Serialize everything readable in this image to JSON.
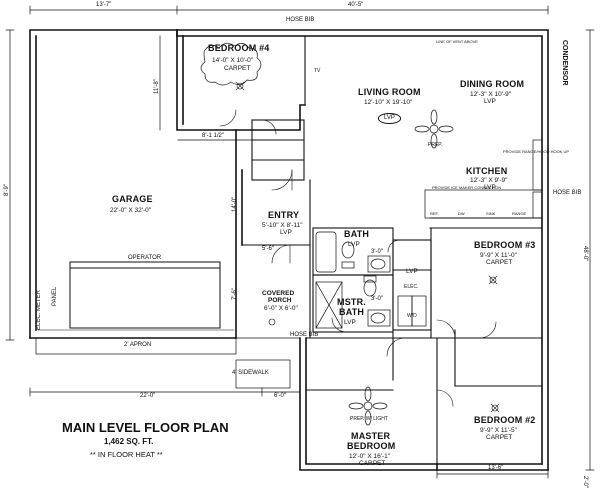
{
  "title": {
    "main": "MAIN LEVEL FLOOR PLAN",
    "area": "1,462 SQ. FT.",
    "note": "** IN FLOOR HEAT **"
  },
  "rooms": {
    "bedroom4": {
      "name": "BEDROOM #4",
      "dims": "14'-0\" X 10'-0\"",
      "finish": "CARPET"
    },
    "living": {
      "name": "LIVING ROOM",
      "dims": "12'-10\" X 19'-10\"",
      "finish": "LVP"
    },
    "dining": {
      "name": "DINING ROOM",
      "dims": "12'-3\" X 10'-9\"",
      "finish": "LVP"
    },
    "kitchen": {
      "name": "KITCHEN",
      "dims": "12'-3\" X 9'-9\"",
      "finish": "LVP"
    },
    "garage": {
      "name": "GARAGE",
      "dims": "22'-0\" X 32'-0\""
    },
    "entry": {
      "name": "ENTRY",
      "dims": "5'-10\" X 8'-11\"",
      "finish": "LVP"
    },
    "bath": {
      "name": "BATH",
      "finish": "LVP"
    },
    "covered_porch": {
      "name1": "COVERED",
      "name2": "PORCH",
      "dims": "6'-0\" X 6'-0\""
    },
    "mstr_bath": {
      "name1": "MSTR.",
      "name2": "BATH",
      "finish": "LVP"
    },
    "laundry": {
      "finish": "LVP"
    },
    "bedroom3": {
      "name": "BEDROOM #3",
      "dims": "9'-9\" X 11'-0\"",
      "finish": "CARPET"
    },
    "bedroom2": {
      "name": "BEDROOM #2",
      "dims": "9'-9\" X 11'-5\"",
      "finish": "CARPET"
    },
    "master": {
      "name1": "MASTER",
      "name2": "BEDROOM",
      "dims": "12'-0\" X 16'-1\"",
      "finish": "CARPET"
    }
  },
  "labels": {
    "hose_bib": "HOSE BIB",
    "hose_bib_2": "HOSE BIB",
    "hose_bib_3": "HOSE BIB",
    "condensor": "CONDENSOR",
    "operator": "OPERATOR",
    "apron": "2' APRON",
    "sidewalk": "4' SIDEWALK",
    "panel": "PANEL",
    "elec_meter": "ELEC. METER",
    "tv": "TV",
    "prep": "PREP.",
    "prep_w_light": "PREP. W/ LIGHT",
    "elec": "ELEC.",
    "wd": "W/D",
    "range_vent": "PROVIDE RANGE/HOOD HOOK UP",
    "ice_maker": "PROVIDE ICE MAKER CONNECTION",
    "dw": "DW",
    "ref": "REF.",
    "sink": "SINK",
    "range": "RANGE",
    "laundry_mark": "LVP",
    "vent_note": "LINE OF VENT ABOVE"
  },
  "dims": {
    "top_left": "13'-7\"",
    "top_right": "40'-5\"",
    "right_top": "48'-0\"",
    "left_mid": "8'-9\"",
    "bottom_left": "22'-0\"",
    "bottom_mid": "6'-0\"",
    "bottom_right": "13'-6\"",
    "bedroom4_wall": "11'-8\"",
    "garage_jog": "8'-1 1/2\"",
    "entry_w": "5'-6\"",
    "porch_h": "7'-6\"",
    "bath_3_0": "3'-0\"",
    "bath_3_0b": "3'-0\"",
    "right_bottom": "2'-0\"",
    "garage_v": "14'-0\""
  },
  "colors": {
    "line": "#111111",
    "bg": "#ffffff"
  }
}
